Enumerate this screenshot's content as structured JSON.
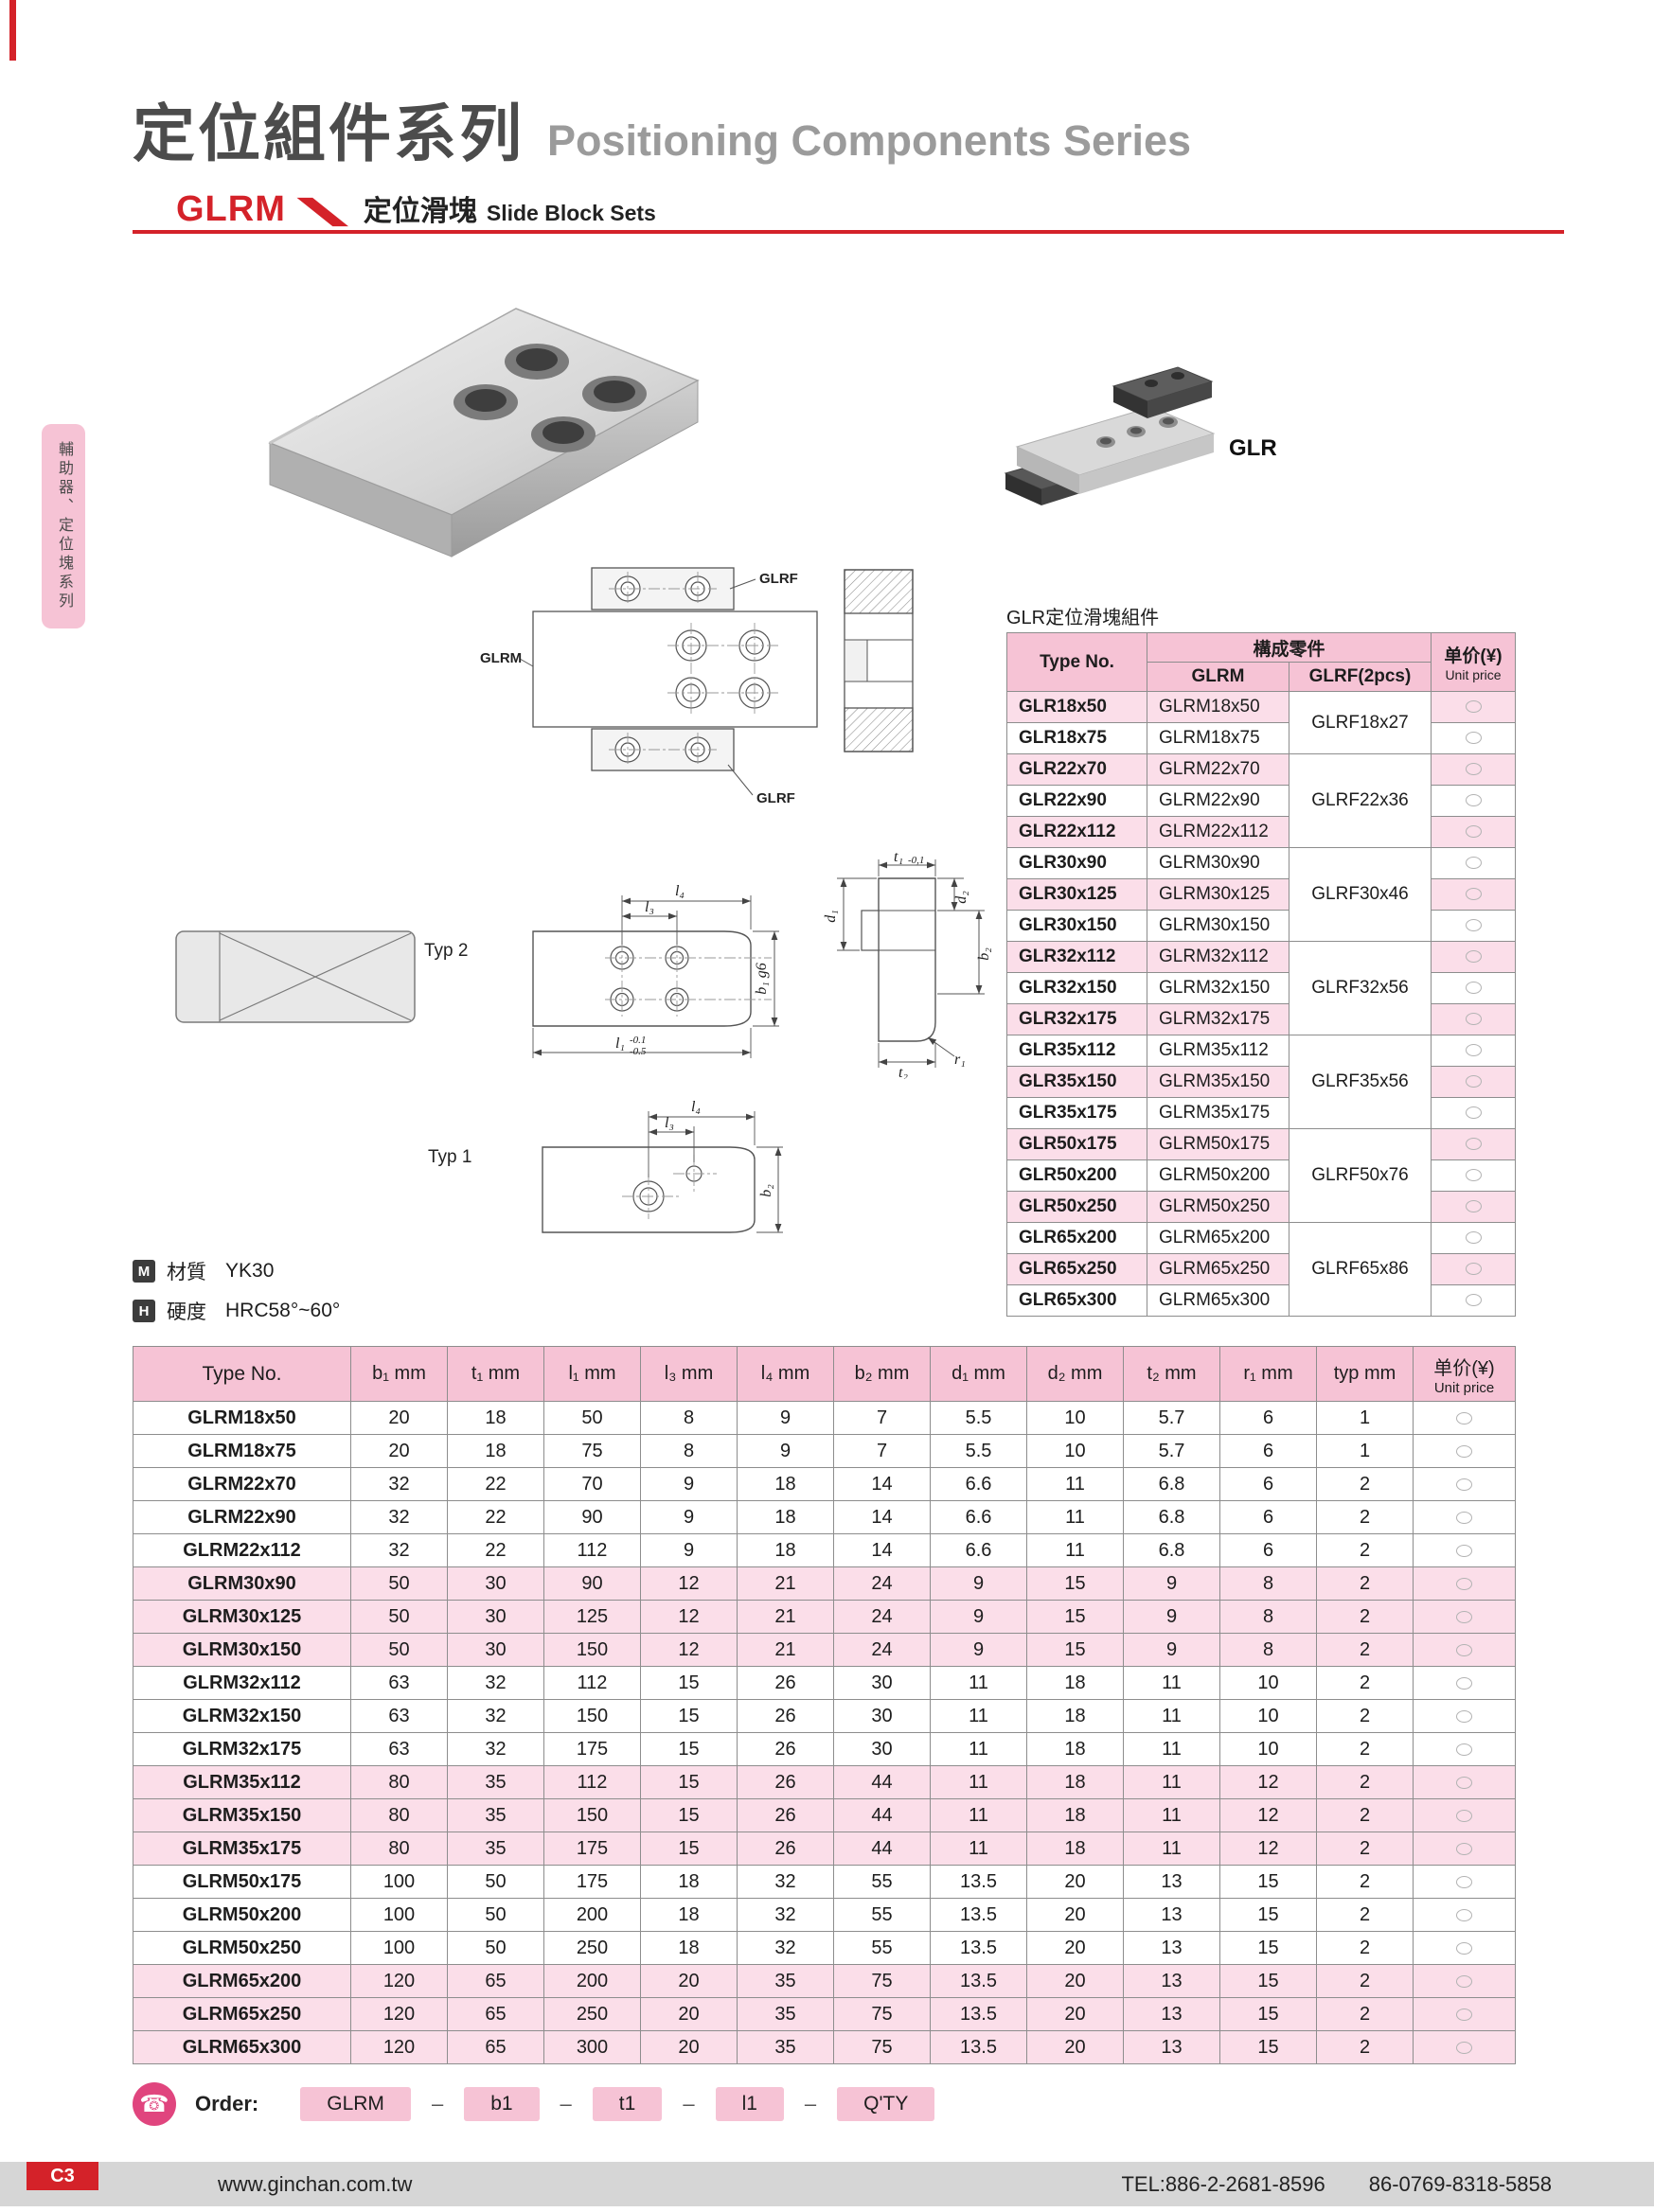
{
  "colors": {
    "accent_red": "#d42229",
    "pink_header": "#f6c3d5",
    "pink_row": "#fbdee9",
    "sidebar_pink": "#f6c3d5",
    "footer_bg": "#d6d6d6"
  },
  "header": {
    "title_zh": "定位組件系列",
    "title_en": "Positioning Components Series",
    "series_code": "GLRM",
    "series_zh": "定位滑塊",
    "series_en": "Slide Block Sets"
  },
  "sidebar": {
    "tab_text": "輔助器、定位塊系列"
  },
  "product": {
    "glr_caption": "GLR"
  },
  "drawings": {
    "glrf_label": "GLRF",
    "glrm_label": "GLRM",
    "typ2_caption": "Typ 2",
    "typ1_caption": "Typ 1",
    "dim_l4": "l₄",
    "dim_l3": "l₃",
    "dim_b1": "b₁ g6",
    "dim_l1": "l₁",
    "dim_l1_tol_upper": "-0.1",
    "dim_l1_tol_lower": "-0.5",
    "dim_t1": "t₁",
    "dim_t1_tol": "-0,1",
    "dim_d1": "d₁",
    "dim_d2": "d₂",
    "dim_b2": "b₂",
    "dim_t2": "t₂",
    "dim_r1": "r₁"
  },
  "assembly_table": {
    "title": "GLR定位滑塊組件",
    "header": {
      "type_no": "Type No.",
      "components": "構成零件",
      "glrm_col": "GLRM",
      "glrf_col": "GLRF(2pcs)",
      "price_zh": "单价(¥)",
      "price_en": "Unit price"
    },
    "rows": [
      {
        "type": "GLR18x50",
        "glrm": "GLRM18x50",
        "glrf": "GLRF18x27",
        "glrf_span": 2
      },
      {
        "type": "GLR18x75",
        "glrm": "GLRM18x75"
      },
      {
        "type": "GLR22x70",
        "glrm": "GLRM22x70",
        "glrf": "GLRF22x36",
        "glrf_span": 3
      },
      {
        "type": "GLR22x90",
        "glrm": "GLRM22x90"
      },
      {
        "type": "GLR22x112",
        "glrm": "GLRM22x112"
      },
      {
        "type": "GLR30x90",
        "glrm": "GLRM30x90",
        "glrf": "GLRF30x46",
        "glrf_span": 3
      },
      {
        "type": "GLR30x125",
        "glrm": "GLRM30x125"
      },
      {
        "type": "GLR30x150",
        "glrm": "GLRM30x150"
      },
      {
        "type": "GLR32x112",
        "glrm": "GLRM32x112",
        "glrf": "GLRF32x56",
        "glrf_span": 3
      },
      {
        "type": "GLR32x150",
        "glrm": "GLRM32x150"
      },
      {
        "type": "GLR32x175",
        "glrm": "GLRM32x175"
      },
      {
        "type": "GLR35x112",
        "glrm": "GLRM35x112",
        "glrf": "GLRF35x56",
        "glrf_span": 3
      },
      {
        "type": "GLR35x150",
        "glrm": "GLRM35x150"
      },
      {
        "type": "GLR35x175",
        "glrm": "GLRM35x175"
      },
      {
        "type": "GLR50x175",
        "glrm": "GLRM50x175",
        "glrf": "GLRF50x76",
        "glrf_span": 3
      },
      {
        "type": "GLR50x200",
        "glrm": "GLRM50x200"
      },
      {
        "type": "GLR50x250",
        "glrm": "GLRM50x250"
      },
      {
        "type": "GLR65x200",
        "glrm": "GLRM65x200",
        "glrf": "GLRF65x86",
        "glrf_span": 3
      },
      {
        "type": "GLR65x250",
        "glrm": "GLRM65x250"
      },
      {
        "type": "GLR65x300",
        "glrm": "GLRM65x300"
      }
    ]
  },
  "notes": {
    "material_icon": "M",
    "material_label": "材質",
    "material_value": "YK30",
    "hardness_icon": "H",
    "hardness_label": "硬度",
    "hardness_value": "HRC58°~60°"
  },
  "dim_table": {
    "headers": [
      "Type No.",
      "b₁ mm",
      "t₁ mm",
      "l₁ mm",
      "l₃ mm",
      "l₄ mm",
      "b₂ mm",
      "d₁ mm",
      "d₂ mm",
      "t₂ mm",
      "r₁ mm",
      "typ mm"
    ],
    "price_zh": "单价(¥)",
    "price_en": "Unit price",
    "shaded_groups": [
      "30",
      "35",
      "65"
    ],
    "rows": [
      {
        "type": "GLRM18x50",
        "values": [
          20,
          18,
          50,
          8,
          9,
          7,
          5.5,
          10,
          5.7,
          6,
          1
        ]
      },
      {
        "type": "GLRM18x75",
        "values": [
          20,
          18,
          75,
          8,
          9,
          7,
          5.5,
          10,
          5.7,
          6,
          1
        ]
      },
      {
        "type": "GLRM22x70",
        "values": [
          32,
          22,
          70,
          9,
          18,
          14,
          6.6,
          11,
          6.8,
          6,
          2
        ]
      },
      {
        "type": "GLRM22x90",
        "values": [
          32,
          22,
          90,
          9,
          18,
          14,
          6.6,
          11,
          6.8,
          6,
          2
        ]
      },
      {
        "type": "GLRM22x112",
        "values": [
          32,
          22,
          112,
          9,
          18,
          14,
          6.6,
          11,
          6.8,
          6,
          2
        ]
      },
      {
        "type": "GLRM30x90",
        "values": [
          50,
          30,
          90,
          12,
          21,
          24,
          9,
          15,
          9,
          8,
          2
        ]
      },
      {
        "type": "GLRM30x125",
        "values": [
          50,
          30,
          125,
          12,
          21,
          24,
          9,
          15,
          9,
          8,
          2
        ]
      },
      {
        "type": "GLRM30x150",
        "values": [
          50,
          30,
          150,
          12,
          21,
          24,
          9,
          15,
          9,
          8,
          2
        ]
      },
      {
        "type": "GLRM32x112",
        "values": [
          63,
          32,
          112,
          15,
          26,
          30,
          11,
          18,
          11,
          10,
          2
        ]
      },
      {
        "type": "GLRM32x150",
        "values": [
          63,
          32,
          150,
          15,
          26,
          30,
          11,
          18,
          11,
          10,
          2
        ]
      },
      {
        "type": "GLRM32x175",
        "values": [
          63,
          32,
          175,
          15,
          26,
          30,
          11,
          18,
          11,
          10,
          2
        ]
      },
      {
        "type": "GLRM35x112",
        "values": [
          80,
          35,
          112,
          15,
          26,
          44,
          11,
          18,
          11,
          12,
          2
        ]
      },
      {
        "type": "GLRM35x150",
        "values": [
          80,
          35,
          150,
          15,
          26,
          44,
          11,
          18,
          11,
          12,
          2
        ]
      },
      {
        "type": "GLRM35x175",
        "values": [
          80,
          35,
          175,
          15,
          26,
          44,
          11,
          18,
          11,
          12,
          2
        ]
      },
      {
        "type": "GLRM50x175",
        "values": [
          100,
          50,
          175,
          18,
          32,
          55,
          13.5,
          20,
          13,
          15,
          2
        ]
      },
      {
        "type": "GLRM50x200",
        "values": [
          100,
          50,
          200,
          18,
          32,
          55,
          13.5,
          20,
          13,
          15,
          2
        ]
      },
      {
        "type": "GLRM50x250",
        "values": [
          100,
          50,
          250,
          18,
          32,
          55,
          13.5,
          20,
          13,
          15,
          2
        ]
      },
      {
        "type": "GLRM65x200",
        "values": [
          120,
          65,
          200,
          20,
          35,
          75,
          13.5,
          20,
          13,
          15,
          2
        ]
      },
      {
        "type": "GLRM65x250",
        "values": [
          120,
          65,
          250,
          20,
          35,
          75,
          13.5,
          20,
          13,
          15,
          2
        ]
      },
      {
        "type": "GLRM65x300",
        "values": [
          120,
          65,
          300,
          20,
          35,
          75,
          13.5,
          20,
          13,
          15,
          2
        ]
      }
    ]
  },
  "order": {
    "label": "Order:",
    "parts": [
      "GLRM",
      "b1",
      "t1",
      "l1",
      "Q'TY"
    ],
    "separator": "–"
  },
  "footer": {
    "page_code": "C3",
    "website": "www.ginchan.com.tw",
    "tel1": "TEL:886-2-2681-8596",
    "tel2": "86-0769-8318-5858"
  }
}
